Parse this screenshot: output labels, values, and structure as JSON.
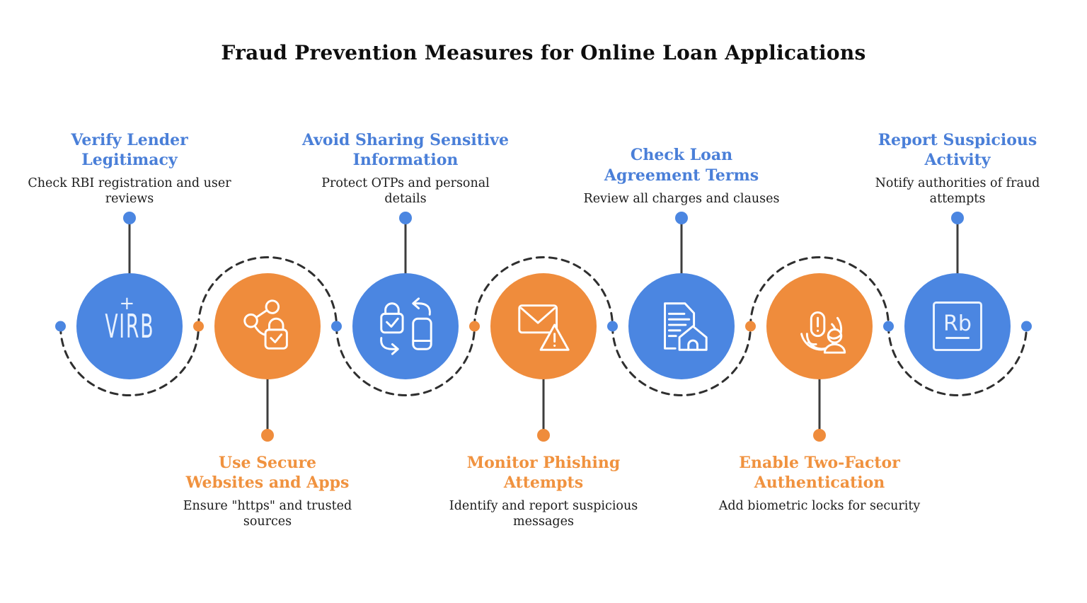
{
  "title": "Fraud Prevention Measures for Online Loan Applications",
  "colors": {
    "blue_circle": "#4b86e1",
    "orange_circle": "#ef8c3c",
    "blue_heading": "#4a7fd8",
    "orange_heading": "#f0923f",
    "body_text": "#1c1c1c",
    "connector_line": "#2f2f2f"
  },
  "steps": [
    {
      "color": "blue",
      "label_position": "top",
      "icon": "virb-logo",
      "logo_text": "VIRB",
      "logo_plus": "+",
      "title_lines": [
        "Verify Lender",
        "Legitimacy"
      ],
      "desc_lines": [
        "Check RBI registration and user",
        "reviews"
      ]
    },
    {
      "color": "orange",
      "label_position": "bottom",
      "icon": "secure-share-lock-icon",
      "title_lines": [
        "Use Secure",
        "Websites and Apps"
      ],
      "desc_lines": [
        "Ensure \"https\" and trusted",
        "sources"
      ]
    },
    {
      "color": "blue",
      "label_position": "top",
      "icon": "otp-exchange-icon",
      "title_lines": [
        "Avoid Sharing Sensitive",
        "Information"
      ],
      "desc_lines": [
        "Protect OTPs and personal",
        "details"
      ]
    },
    {
      "color": "orange",
      "label_position": "bottom",
      "icon": "phishing-mail-warning-icon",
      "title_lines": [
        "Monitor Phishing",
        "Attempts"
      ],
      "desc_lines": [
        "Identify and report suspicious",
        "messages"
      ]
    },
    {
      "color": "blue",
      "label_position": "top",
      "icon": "loan-document-house-icon",
      "title_lines": [
        "Check Loan",
        "Agreement Terms"
      ],
      "desc_lines": [
        "Review all charges and clauses"
      ]
    },
    {
      "color": "orange",
      "label_position": "bottom",
      "icon": "fingerprint-person-icon",
      "title_lines": [
        "Enable Two-Factor",
        "Authentication"
      ],
      "desc_lines": [
        "Add biometric locks for security"
      ]
    },
    {
      "color": "blue",
      "label_position": "top",
      "icon": "rb-logo",
      "logo_text": "Rb",
      "title_lines": [
        "Report Suspicious",
        "Activity"
      ],
      "desc_lines": [
        "Notify authorities of fraud",
        "attempts"
      ]
    }
  ]
}
